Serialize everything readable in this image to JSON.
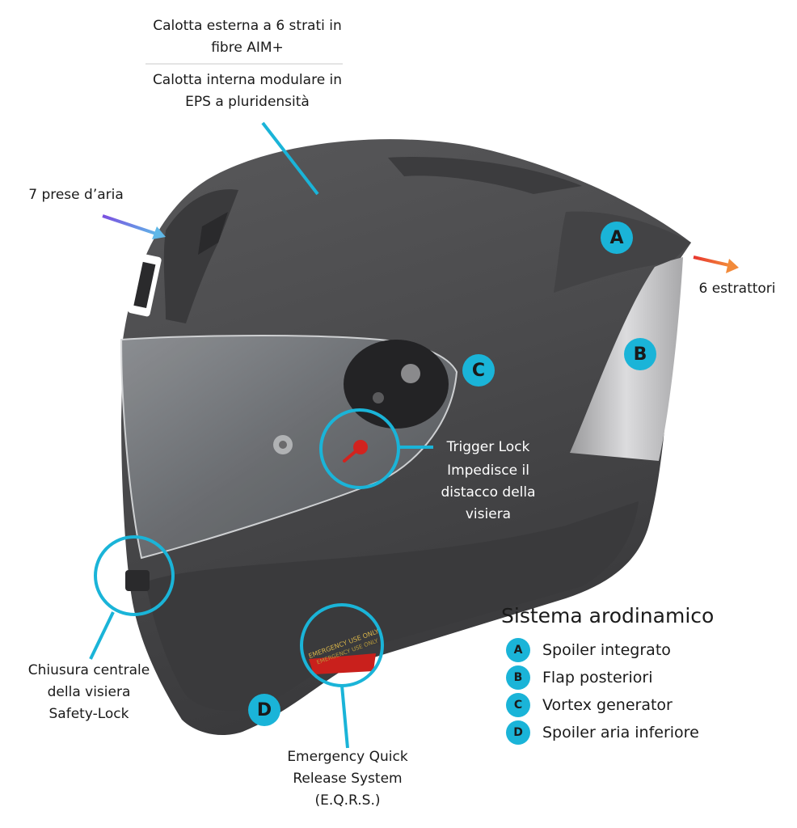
{
  "labels": {
    "outer_shell": [
      "Calotta esterna a 6 strati in",
      "fibre AIM+"
    ],
    "inner_shell": [
      "Calotta interna  modulare in",
      "EPS a pluridensità"
    ],
    "air_intakes": "7 prese d’aria",
    "extractors": "6 estrattori",
    "trigger_lock_title": "Trigger Lock",
    "trigger_lock_desc": [
      "Impedisce il",
      "distacco della",
      "visiera"
    ],
    "safety_lock": [
      "Chiusura centrale",
      "della visiera",
      "Safety-Lock"
    ],
    "eqrs": [
      "Emergency Quick",
      "Release System",
      "(E.Q.R.S.)"
    ],
    "helmet_sticker": [
      "EMERGENCY USE ONLY",
      "EMERGENCY USE ONLY"
    ]
  },
  "badges": {
    "a": "A",
    "b": "B",
    "c": "C",
    "d": "D"
  },
  "legend": {
    "title": "Sistema arodinamico",
    "items": [
      {
        "letter": "A",
        "label": "Spoiler integrato"
      },
      {
        "letter": "B",
        "label": "Flap posteriori"
      },
      {
        "letter": "C",
        "label": "Vortex generator"
      },
      {
        "letter": "D",
        "label": "Spoiler aria inferiore"
      }
    ]
  },
  "colors": {
    "accent": "#1ab4d8",
    "helmet": "#4a4a4c",
    "helmet_dark": "#2c2c2e",
    "arrow_air_start": "#7b4fe0",
    "arrow_air_end": "#5fb8e8",
    "arrow_exhaust_start": "#e8352e",
    "arrow_exhaust_end": "#f28a3a",
    "trigger": "#d2231e"
  }
}
